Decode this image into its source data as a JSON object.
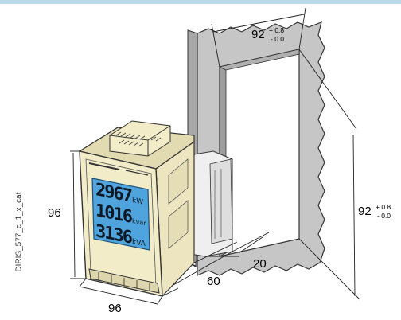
{
  "header": {
    "bar_color": "#b9d9ea"
  },
  "side_label": "DIRIS_577_c_1_x_cat",
  "dimensions": {
    "cutout_width": {
      "value": "92",
      "tol_plus": "+ 0.8",
      "tol_minus": "- 0.0"
    },
    "cutout_height": {
      "value": "92",
      "tol_plus": "+ 0.8",
      "tol_minus": "- 0.0"
    },
    "front_height": {
      "value": "96"
    },
    "front_width": {
      "value": "96"
    },
    "depth_total": {
      "value": "60"
    },
    "depth_rear": {
      "value": "20"
    }
  },
  "display": {
    "lines": [
      {
        "value": "2967",
        "unit": "kW"
      },
      {
        "value": "1016",
        "unit": "kvar"
      },
      {
        "value": "3136",
        "unit": "kVA"
      }
    ],
    "screen_color": "#4fa4dd"
  },
  "colors": {
    "panel": "#c6c6c6",
    "housing": "#f2ecc8",
    "housing_shade": "#e2dab1",
    "outline": "#333333"
  }
}
